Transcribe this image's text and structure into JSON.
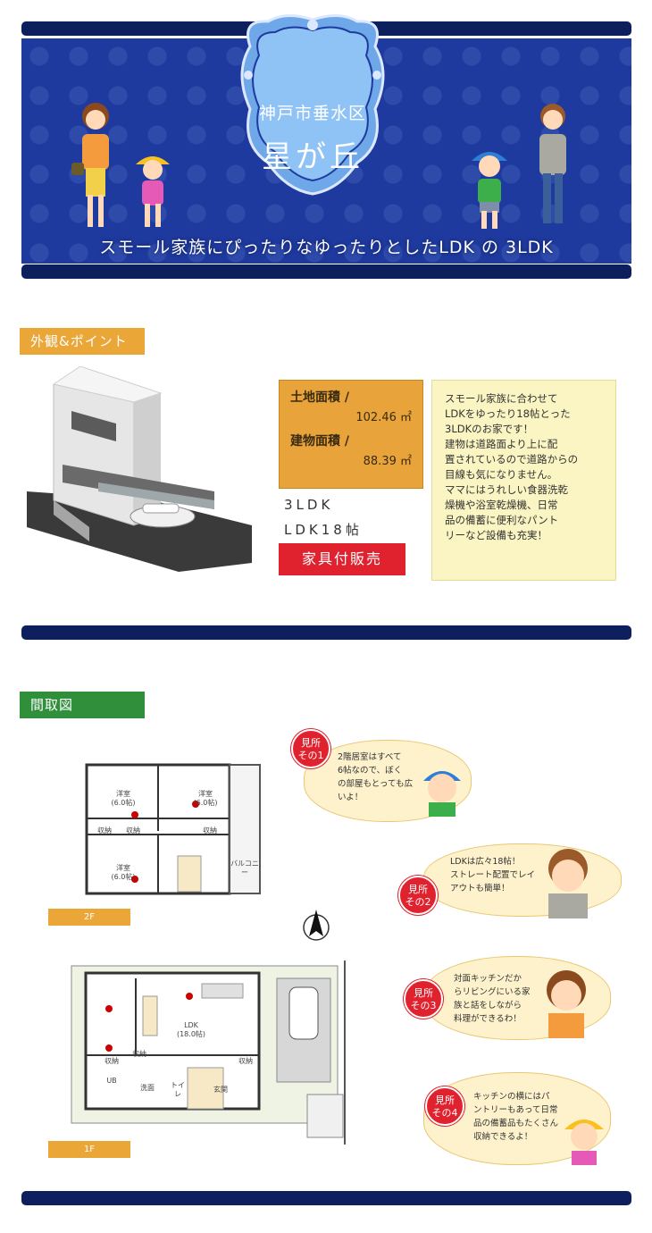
{
  "colors": {
    "navy": "#0d1f5c",
    "banner_blue": "#1f3a9e",
    "orange": "#eaa637",
    "green": "#2f8f3b",
    "red": "#e0222f",
    "note_yellow": "#faf5c2"
  },
  "banner": {
    "district": "神戸市垂水区",
    "name": "星が丘",
    "catch": "スモール家族にぴったりなゆったりとしたLDK の 3LDK"
  },
  "exterior": {
    "section_label": "外観&ポイント",
    "land_area_label": "土地面積 /",
    "land_area_value": "102.46 ㎡",
    "building_area_label": "建物面積 /",
    "building_area_value": "88.39 ㎡",
    "layout": "3LDK",
    "ldk": "LDK18帖",
    "furniture_badge": "家具付販売",
    "note": "スモール家族に合わせて\nLDKをゆったり18帖とった\n3LDKのお家です！\n建物は道路面より上に配\n置されているので道路からの\n目線も気になりません。\nママにはうれしい食器洗乾\n燥機や浴室乾燥機、日常\n品の備蓄に便利なパント\nリーなど設備も充実！"
  },
  "floorplan": {
    "section_label": "間取図",
    "floor_2": {
      "tag": "2F",
      "room_1": "洋室\n(6.0帖)",
      "room_2": "洋室\n(6.0帖)",
      "room_3": "洋室\n(6.0帖)",
      "storage_1": "収納",
      "storage_2": "収納",
      "storage_3": "収納",
      "balcony": "バルコニー"
    },
    "floor_1": {
      "tag": "1F",
      "ldk": "LDK\n(18.0帖)",
      "storage_1": "収納",
      "storage_2": "収納",
      "storage_3": "収納",
      "bath": "UB",
      "washroom": "洗面",
      "toilet": "トイレ",
      "entrance": "玄関"
    },
    "points": [
      {
        "badge": "見所\nその1",
        "text": "2階居室はすべて\n6帖なので、ぼく\nの部屋もとっても広\nいよ！"
      },
      {
        "badge": "見所\nその2",
        "text": "LDKは広々18帖！\nストレート配置でレイ\nアウトも簡単！"
      },
      {
        "badge": "見所\nその3",
        "text": "対面キッチンだか\nらリビングにいる家\n族と話をしながら\n料理ができるわ！"
      },
      {
        "badge": "見所\nその4",
        "text": "キッチンの横にはパ\nントリーもあって日常\n品の備蓄品もたくさん\n収納できるよ！"
      }
    ]
  }
}
